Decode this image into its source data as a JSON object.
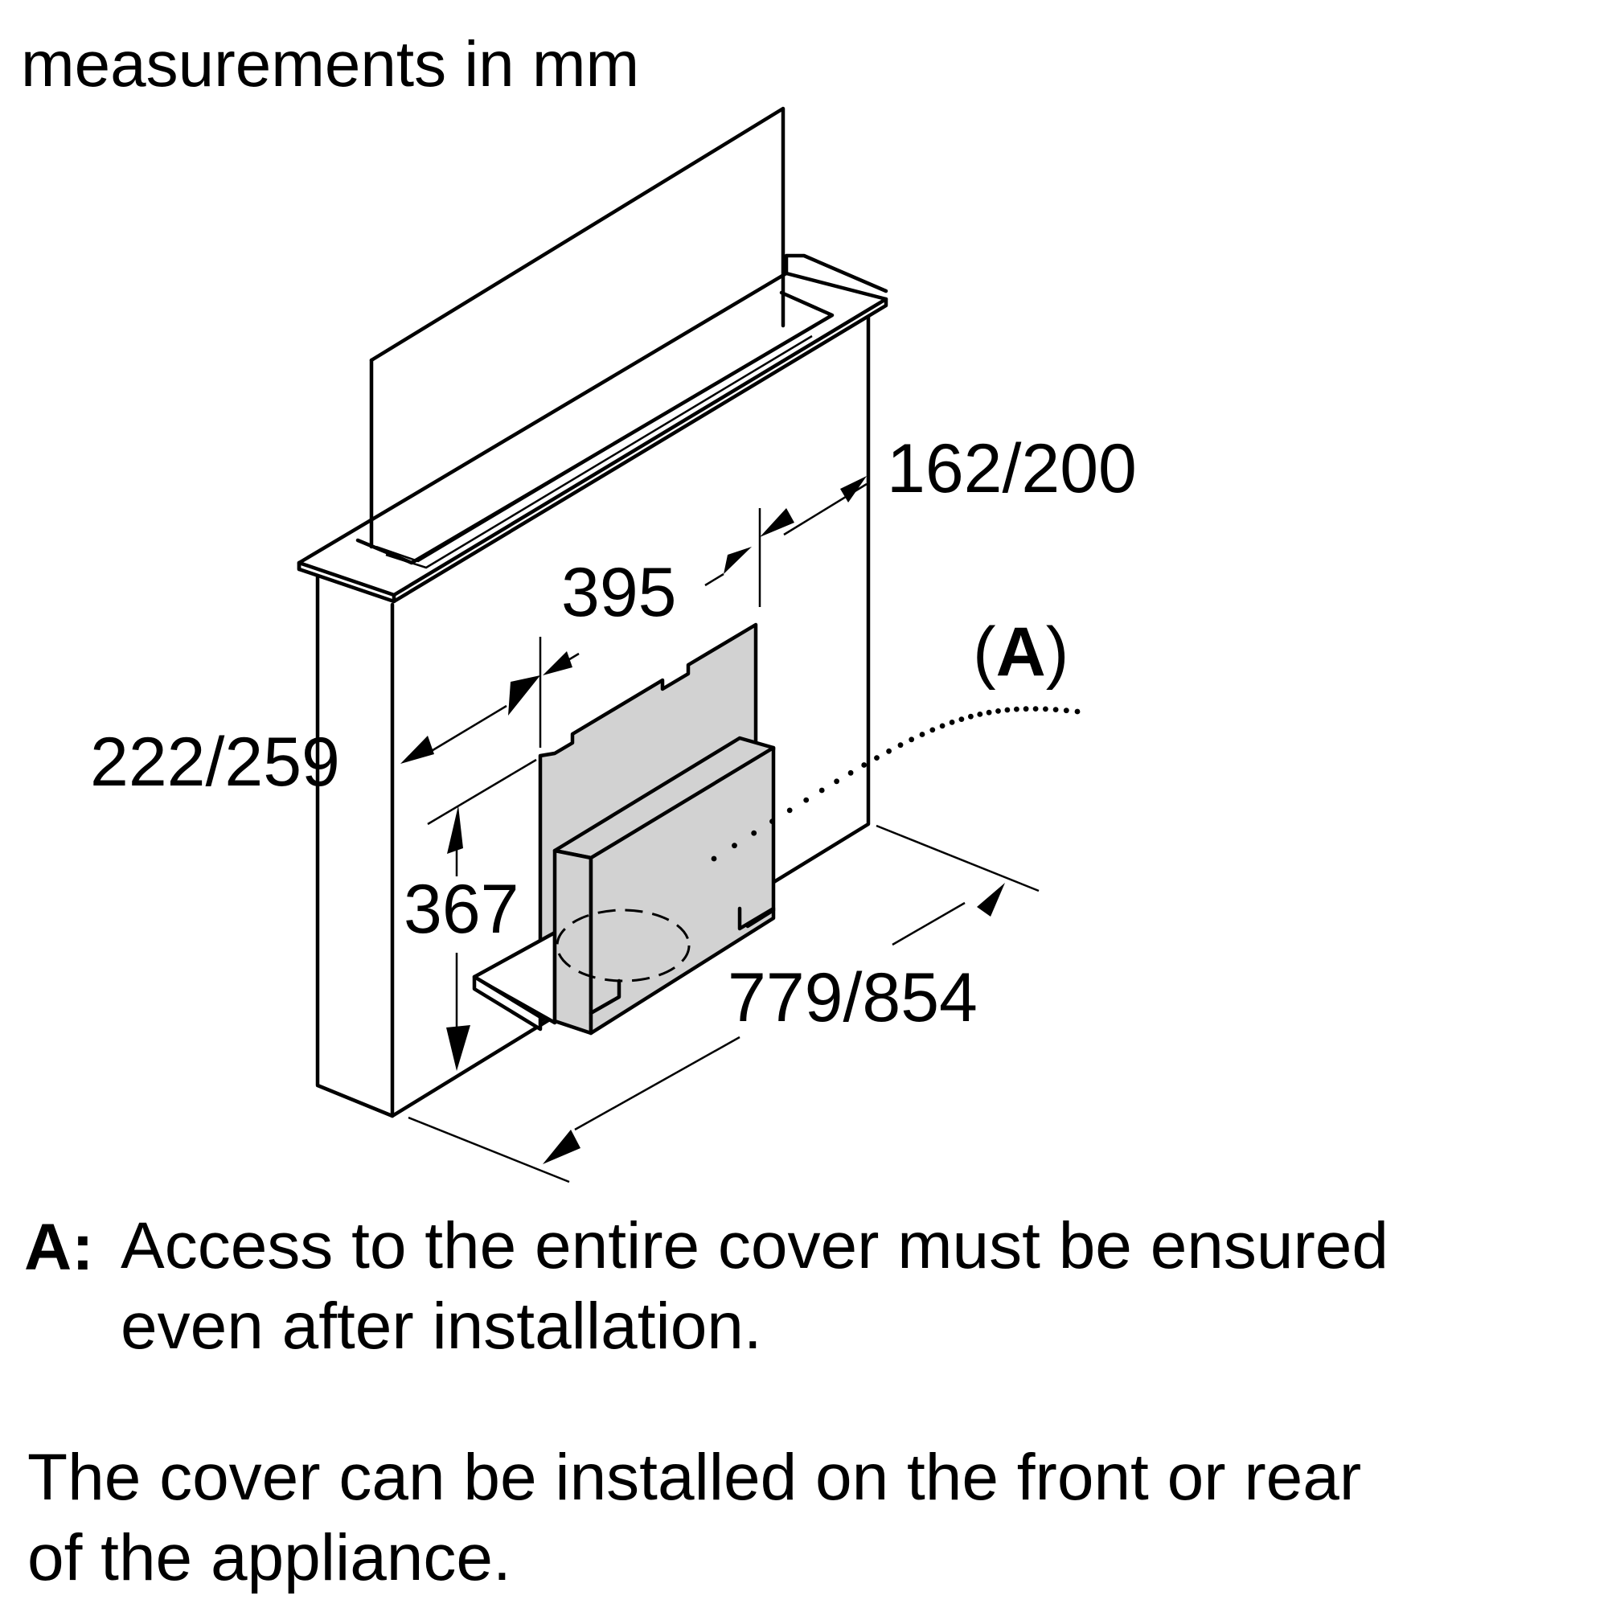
{
  "title": "measurements in mm",
  "dimensions": {
    "depth_top": "162/200",
    "width_cover": "395",
    "height_side": "222/259",
    "height_cover": "367",
    "length": "779/854"
  },
  "callout": {
    "open": "(",
    "letter": "A",
    "close": ")"
  },
  "note": {
    "key": "A:",
    "line1": "Access to the entire cover must be ensured",
    "line2": "even after installation."
  },
  "info": {
    "line1": "The cover can be installed on the front or rear",
    "line2": "of the appliance."
  }
}
